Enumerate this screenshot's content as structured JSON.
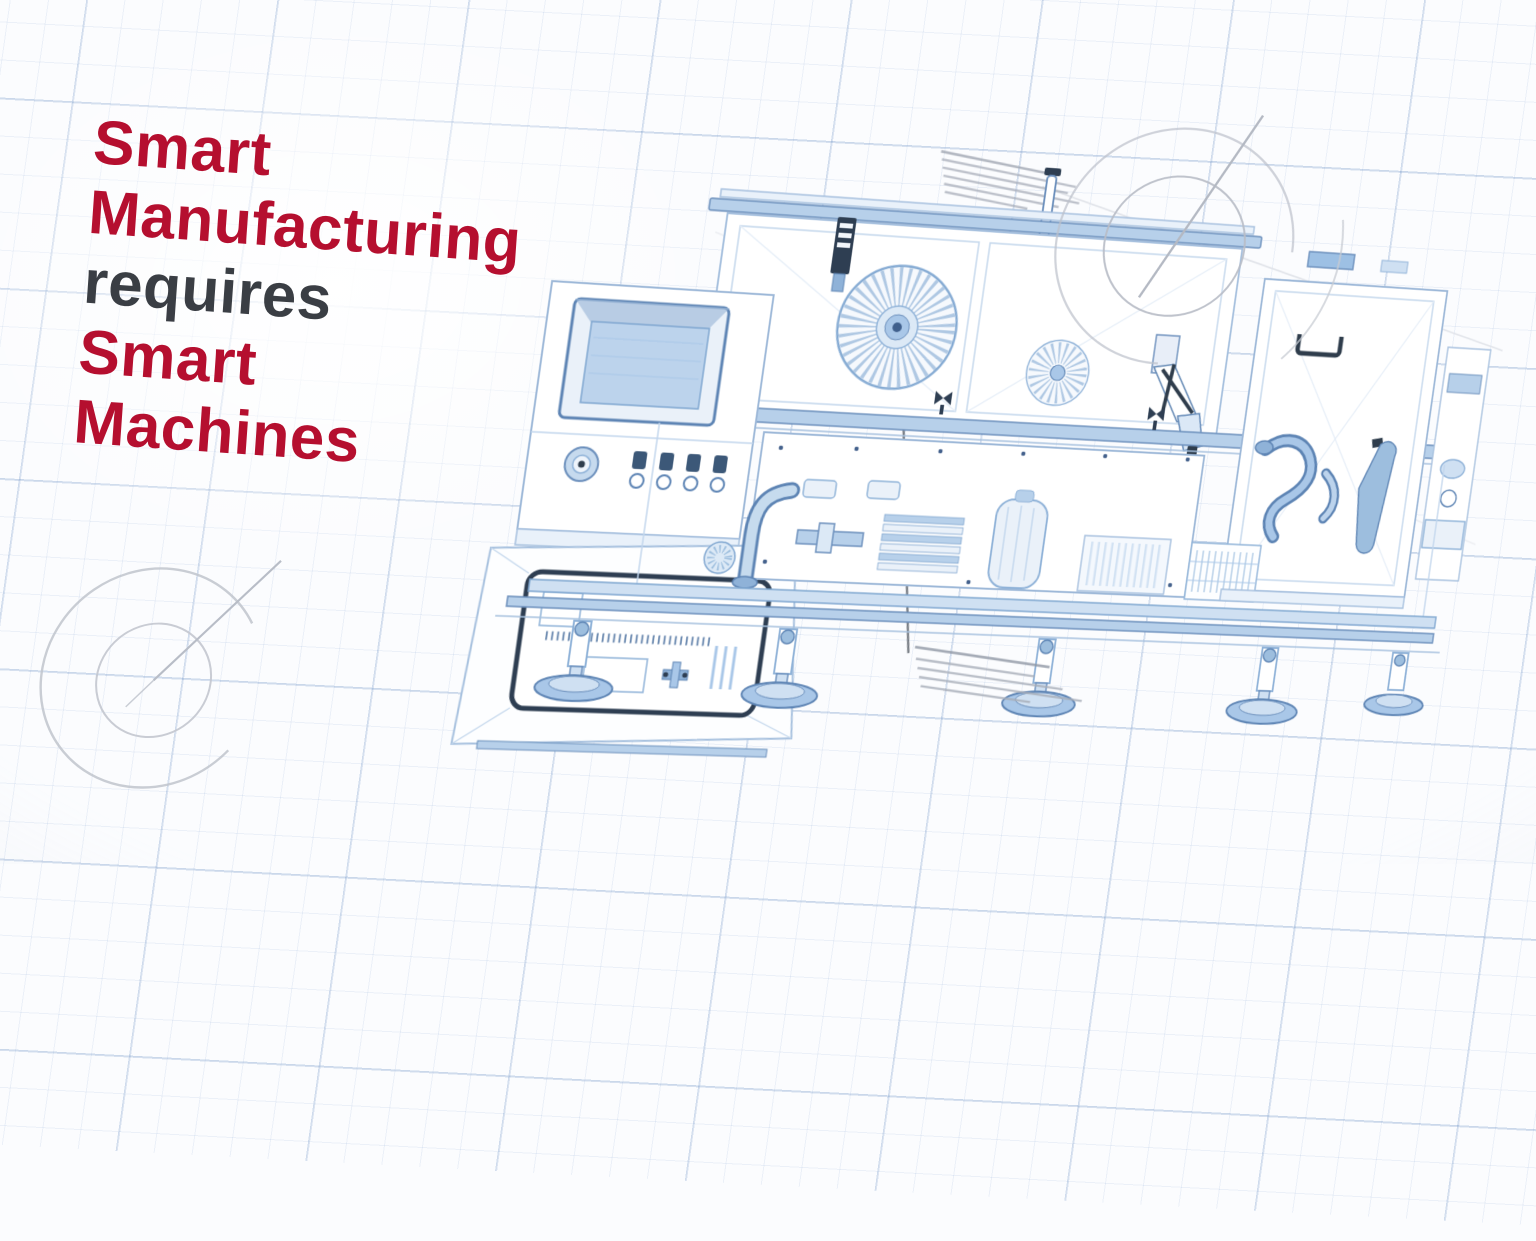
{
  "headline": {
    "lines": [
      {
        "text": "Smart",
        "color": "#b50f2f"
      },
      {
        "text": "Manufacturing",
        "color": "#b50f2f"
      },
      {
        "text": "requires",
        "color": "#3a3e44"
      },
      {
        "text": "Smart",
        "color": "#b50f2f"
      },
      {
        "text": "Machines",
        "color": "#b50f2f"
      }
    ]
  },
  "palette": {
    "headline_red": "#b50f2f",
    "headline_gray": "#3a3e44",
    "blueprint_stroke": "#5d84b4",
    "blueprint_mid": "#8fb2d8",
    "blueprint_light": "#a9c7e8",
    "blueprint_fill": "#cfe0f2",
    "ink_dark": "#2e3e52",
    "pencil_gray": "#b8bdc7",
    "grid_major": "#c3d2e6",
    "grid_minor": "#e4eaf3",
    "paper": "#fbfcfe"
  },
  "illustration": {
    "name": "smart-machine-blueprint",
    "style": "technical blueprint line drawing on graph paper",
    "components": [
      "control-console",
      "monitor-screen",
      "emergency-knob",
      "toggle-switches",
      "inspection-window",
      "conveyor-parts",
      "spool-wheel",
      "guide-wheel",
      "robot-arm",
      "filament-magazine",
      "cover-panel",
      "screw-dots",
      "elbow-pipe",
      "drive-coupling",
      "heatsink-stack",
      "canister",
      "ribbed-block",
      "right-cabinet",
      "door-handle",
      "hoses",
      "vent-grate",
      "base-rails",
      "leveling-feet",
      "top-rail",
      "lever-rod",
      "clamp-fixtures",
      "compass-sketch-top-right",
      "compass-sketch-bottom-left",
      "annotation-note-top",
      "annotation-note-bottom",
      "pencil-construction-line"
    ]
  }
}
